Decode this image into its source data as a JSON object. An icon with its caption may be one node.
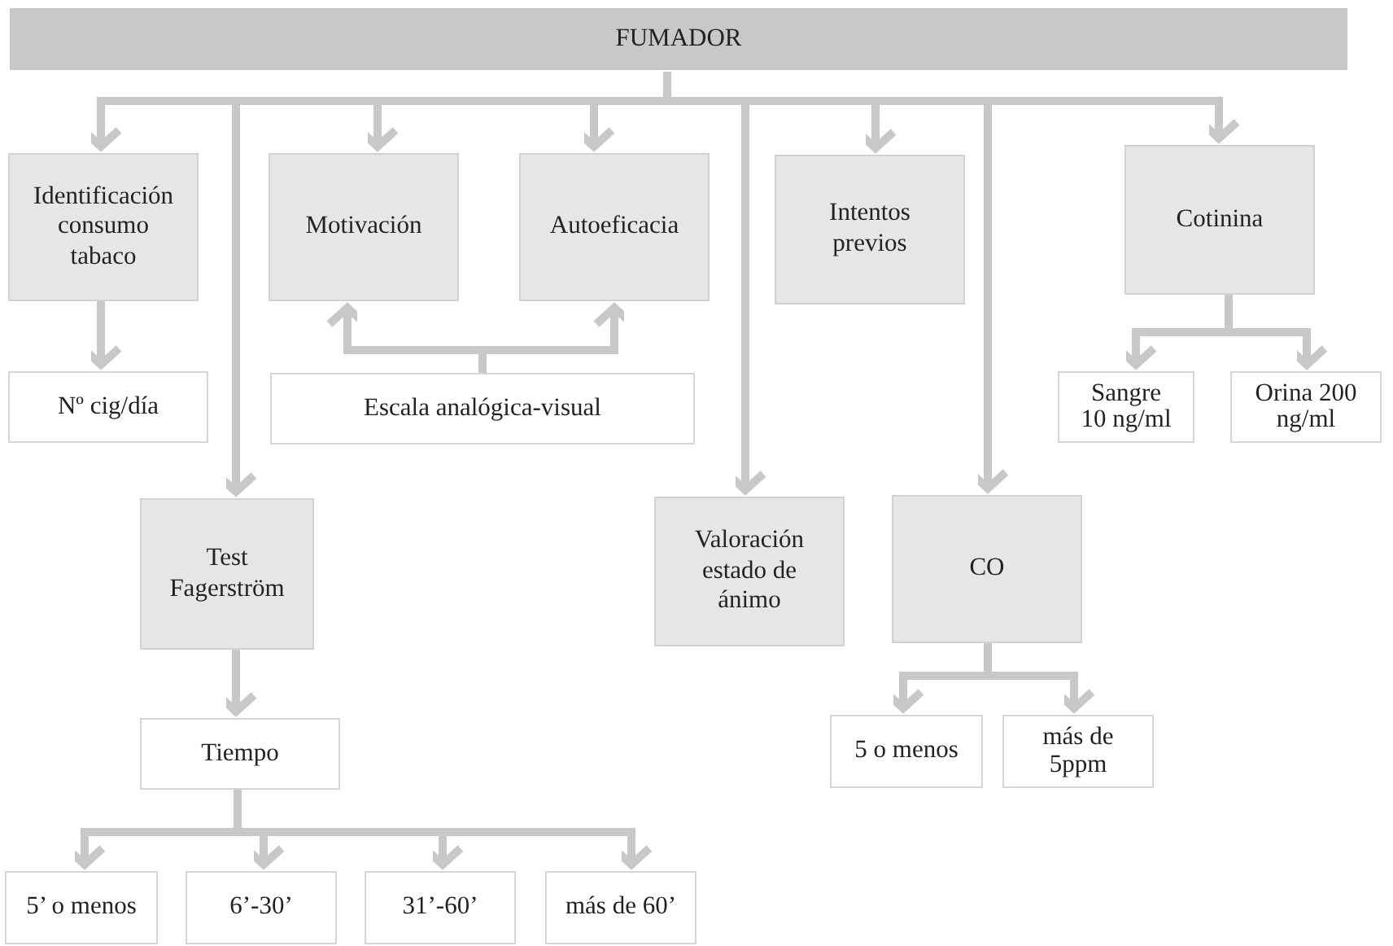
{
  "diagram": {
    "nodes": [
      {
        "text": [
          "FUMADOR"
        ]
      },
      {
        "text": [
          "Identificación consumo tabaco"
        ]
      },
      {
        "text": [
          "Nº cig/día"
        ]
      },
      {
        "text": [
          "Motivación"
        ]
      },
      {
        "text": [
          "Autoeficacia"
        ]
      },
      {
        "text": [
          "Escala analógica-visual"
        ]
      },
      {
        "text": [
          "Intentos previos"
        ]
      },
      {
        "text": [
          "Cotinina"
        ]
      },
      {
        "text": [
          "Sangre 10 ng/ml"
        ]
      },
      {
        "text": [
          "Orina 200 ng/ml"
        ]
      },
      {
        "text": [
          "Test Fagerström"
        ]
      },
      {
        "text": [
          "Tiempo"
        ]
      },
      {
        "text": [
          "Valoración estado de ánimo"
        ]
      },
      {
        "text": [
          "CO"
        ]
      },
      {
        "text": [
          "5 o menos"
        ]
      },
      {
        "text": [
          "más de 5ppm"
        ]
      },
      {
        "text": [
          "5’ o menos"
        ]
      },
      {
        "text": [
          "6’-30’"
        ]
      },
      {
        "text": [
          "31’-60’"
        ]
      },
      {
        "text": [
          "más de 60’"
        ]
      }
    ],
    "edges": [
      {
        "from": 0,
        "to": 1,
        "arrow": "to"
      },
      {
        "from": 0,
        "to": 10,
        "arrow": "to"
      },
      {
        "from": 0,
        "to": 3,
        "arrow": "to"
      },
      {
        "from": 0,
        "to": 4,
        "arrow": "to"
      },
      {
        "from": 0,
        "to": 12,
        "arrow": "to"
      },
      {
        "from": 0,
        "to": 6,
        "arrow": "to"
      },
      {
        "from": 0,
        "to": 13,
        "arrow": "to"
      },
      {
        "from": 0,
        "to": 7,
        "arrow": "to"
      },
      {
        "from": 1,
        "to": 2,
        "arrow": "to"
      },
      {
        "from": 5,
        "to": 3,
        "arrow": "to"
      },
      {
        "from": 5,
        "to": 4,
        "arrow": "to"
      },
      {
        "from": 7,
        "to": 8,
        "arrow": "to"
      },
      {
        "from": 7,
        "to": 9,
        "arrow": "to"
      },
      {
        "from": 10,
        "to": 11,
        "arrow": "to"
      },
      {
        "from": 13,
        "to": 14,
        "arrow": "to"
      },
      {
        "from": 13,
        "to": 15,
        "arrow": "to"
      },
      {
        "from": 11,
        "to": 16,
        "arrow": "to"
      },
      {
        "from": 11,
        "to": 17,
        "arrow": "to"
      },
      {
        "from": 11,
        "to": 18,
        "arrow": "to"
      },
      {
        "from": 11,
        "to": 19,
        "arrow": "to"
      }
    ]
  }
}
